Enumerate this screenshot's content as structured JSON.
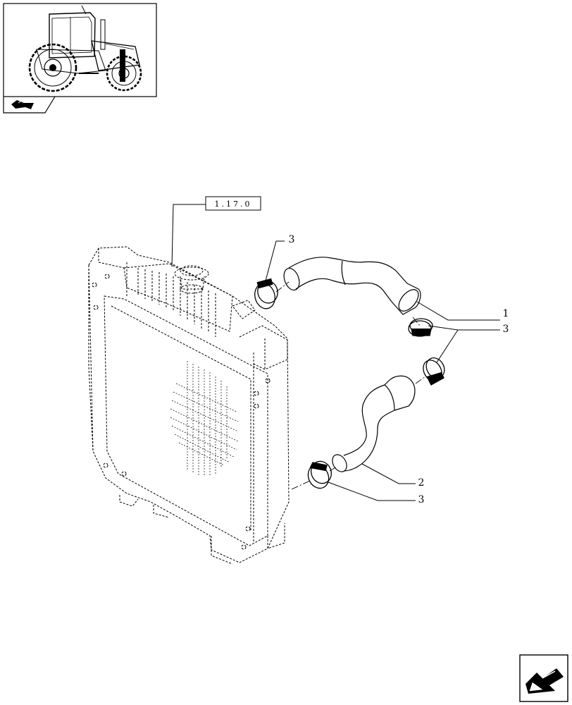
{
  "reference_box": {
    "text": "1.17.0"
  },
  "callouts": [
    {
      "id": "hose-upper",
      "number": "3"
    },
    {
      "id": "label-1",
      "number": "1"
    },
    {
      "id": "label-3-right",
      "number": "3"
    },
    {
      "id": "label-2",
      "number": "2"
    },
    {
      "id": "label-3-lower",
      "number": "3"
    }
  ],
  "icons": {
    "thumbnail": "tractor-thumbnail-icon",
    "section": "section-arrow-icon",
    "next_page": "next-page-arrow-icon"
  },
  "colors": {
    "line": "#000000",
    "background": "#ffffff"
  }
}
